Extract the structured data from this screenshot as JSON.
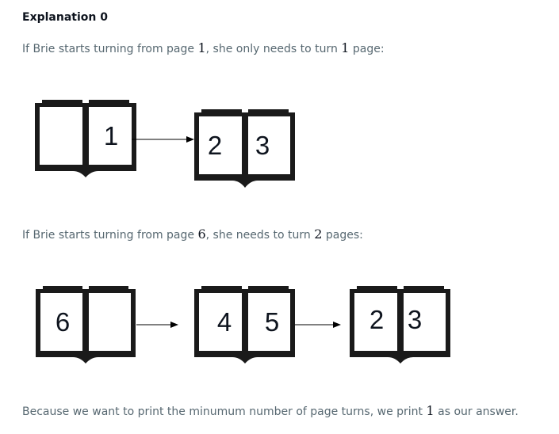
{
  "heading": "Explanation 0",
  "para1": {
    "before": "If Brie starts turning from page ",
    "page": "1",
    "middle": ", she only needs to turn ",
    "turns": "1",
    "after": " page:"
  },
  "para2": {
    "before": "If Brie starts turning from page ",
    "page": "6",
    "middle": ", she needs to turn ",
    "turns": "2",
    "after": " pages:"
  },
  "para3": {
    "before": "Because we want to print the minumum number of page turns, we print ",
    "answer": "1",
    "after": " as our answer."
  },
  "diagram1": {
    "book1": {
      "left": "",
      "right": "1"
    },
    "book2": {
      "left": "2",
      "right": "3"
    }
  },
  "diagram2": {
    "book1": {
      "left": "6",
      "right": ""
    },
    "book2": {
      "left": "4",
      "right": "5"
    },
    "book3": {
      "left": "2",
      "right": "3"
    }
  }
}
